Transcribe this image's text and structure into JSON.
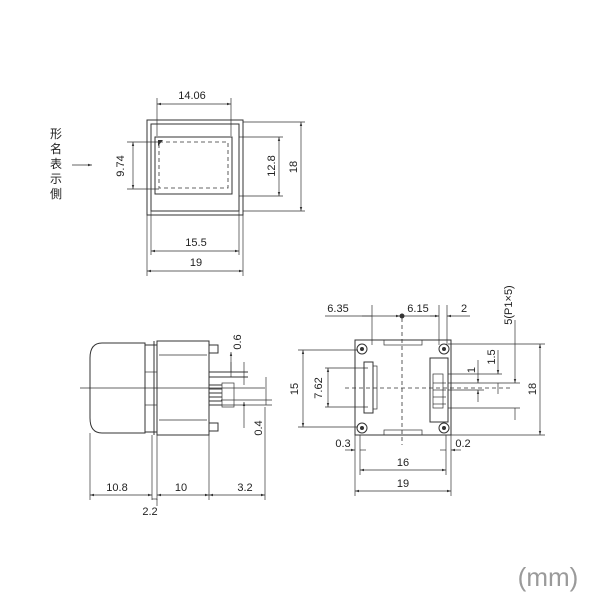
{
  "dimensions": {
    "top_view": {
      "w_inner": "14.06",
      "h_inner": "9.74",
      "h_window": "12.8",
      "h_outer": "18",
      "w_window": "15.5",
      "w_outer": "19"
    },
    "side_view": {
      "pin_thickness": "0.6",
      "pin_gap": "0.4",
      "d_front": "10.8",
      "d_body": "10",
      "d_pin": "3.2",
      "d_offset": "2.2"
    },
    "bottom_view": {
      "a1": "6.35",
      "a2": "6.15",
      "a3": "2",
      "pitch": "5(P1×5)",
      "h15": "15",
      "h762": "7.62",
      "p1": "1",
      "p15": "1.5",
      "h18": "18",
      "m03": "0.3",
      "m02": "0.2",
      "w16": "16",
      "w19": "19"
    }
  },
  "labels": {
    "display_side": [
      "形",
      "名",
      "表",
      "示",
      "側"
    ],
    "unit": "(mm)"
  }
}
